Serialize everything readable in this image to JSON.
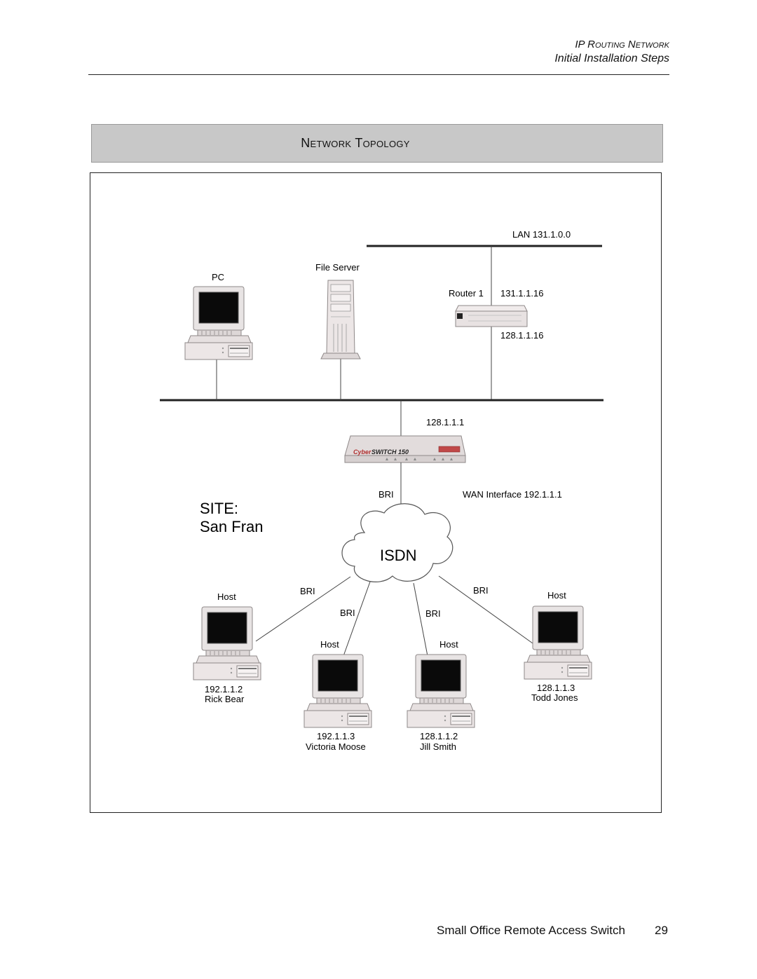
{
  "header": {
    "title_ip": "IP ",
    "title_routing": "Routing",
    "title_network": " Network",
    "subtitle": "Initial Installation Steps"
  },
  "section": {
    "title": "Network Topology"
  },
  "diagram": {
    "lan_label": "LAN 131.1.0.0",
    "pc_label": "PC",
    "file_server_label": "File Server",
    "router_label": "Router 1",
    "router_ip_lan": "131.1.1.16",
    "router_ip_local": "128.1.1.16",
    "switch_ip": "128.1.1.1",
    "switch_brand_cyber": "Cyber",
    "switch_brand_model": "SWITCH 150",
    "bri_label": "BRI",
    "wan_label": "WAN Interface 192.1.1.1",
    "site_label": "SITE:",
    "site_name": "San Fran",
    "isdn_label": "ISDN",
    "hosts": [
      {
        "label": "Host",
        "ip": "192.1.1.2",
        "name": "Rick Bear",
        "link": "BRI"
      },
      {
        "label": "Host",
        "ip": "192.1.1.3",
        "name": "Victoria Moose",
        "link": "BRI"
      },
      {
        "label": "Host",
        "ip": "128.1.1.2",
        "name": "Jill Smith",
        "link": "BRI"
      },
      {
        "label": "Host",
        "ip": "128.1.1.3",
        "name": "Todd Jones",
        "link": "BRI"
      }
    ]
  },
  "footer": {
    "doc_title": "Small Office Remote Access Switch",
    "page_number": "29"
  }
}
